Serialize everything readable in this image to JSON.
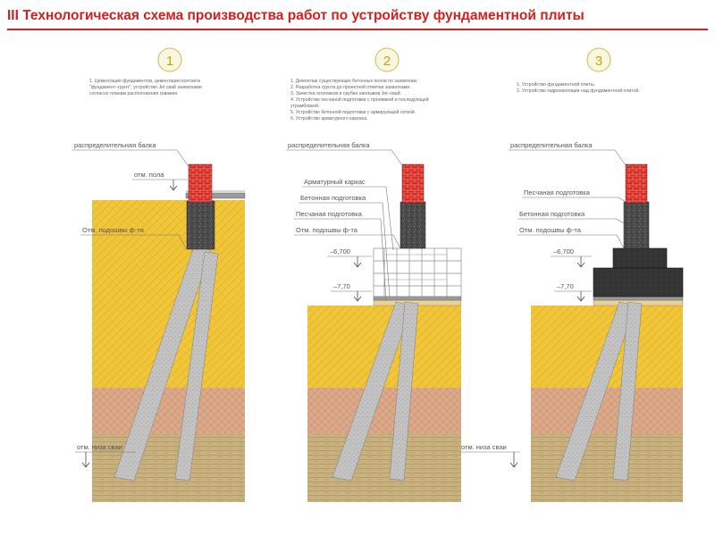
{
  "title": "III Технологическая схема производства работ по устройству фундаментной плиты",
  "colors": {
    "accent": "#d41f1f",
    "sand": "#f2c63b",
    "clay": "#d9aa88",
    "loam": "#c8b183",
    "brick": "#d62b22",
    "concrete": "#4b4b4b",
    "pile": "#bdbdbd"
  },
  "stages": [
    {
      "number": "1",
      "notes": [
        "1. Цементация фундаментов, цементация контакта",
        "\"фундамент–грунт\"; устройство Jet свай захватками",
        "согласно планам расположения скважин."
      ],
      "labels": {
        "beam": "распределительная балка",
        "floor": "отм. пола",
        "sole": "Отм. подошвы ф-та",
        "pile_bottom": "отм. низа сваи"
      }
    },
    {
      "number": "2",
      "notes": [
        "1. Демонтаж существующих бетонных полов по захваткам.",
        "2. Разработка грунта до проектной отметки захватками.",
        "3. Зачистка оголовков и срубка наплывов Jet–свай.",
        "4. Устройство песчаной подготовки с проливкой и последующей",
        "утрамбовкой.",
        "5. Устройство бетонной подготовки с армирующей сеткой.",
        "6. Устройство арматурного каркаса."
      ],
      "labels": {
        "beam": "распределительная балка",
        "rebar": "Арматурный каркас",
        "concrete": "Бетонная подготовка",
        "sand": "Песчаная подготовка",
        "sole": "Отм. подошвы ф-та",
        "lvl1": "–6,700",
        "lvl2": "–7,70",
        "pile_bottom": "отм. низа сваи"
      }
    },
    {
      "number": "3",
      "notes": [
        "1. Устройство фундаментной плиты.",
        "2. Устройство гидроизоляции над фундаментной плитой."
      ],
      "labels": {
        "beam": "распределительная балка",
        "sand": "Песчаная подготовка",
        "concrete": "Бетонная подготовка",
        "sole": "Отм. подошвы ф-та",
        "lvl1": "–6,700",
        "lvl2": "–7,70"
      }
    }
  ]
}
